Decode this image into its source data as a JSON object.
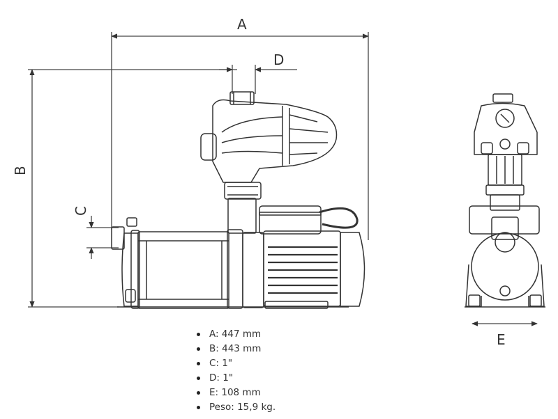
{
  "dimension_labels": {
    "a": "A",
    "b": "B",
    "c": "C",
    "d": "D",
    "e": "E"
  },
  "specs": [
    "A: 447 mm",
    "B: 443 mm",
    "C: 1\"",
    "D: 1\"",
    "E: 108 mm",
    "Peso: 15,9 kg."
  ],
  "colors": {
    "line": "#333333",
    "thin": "#555555"
  }
}
